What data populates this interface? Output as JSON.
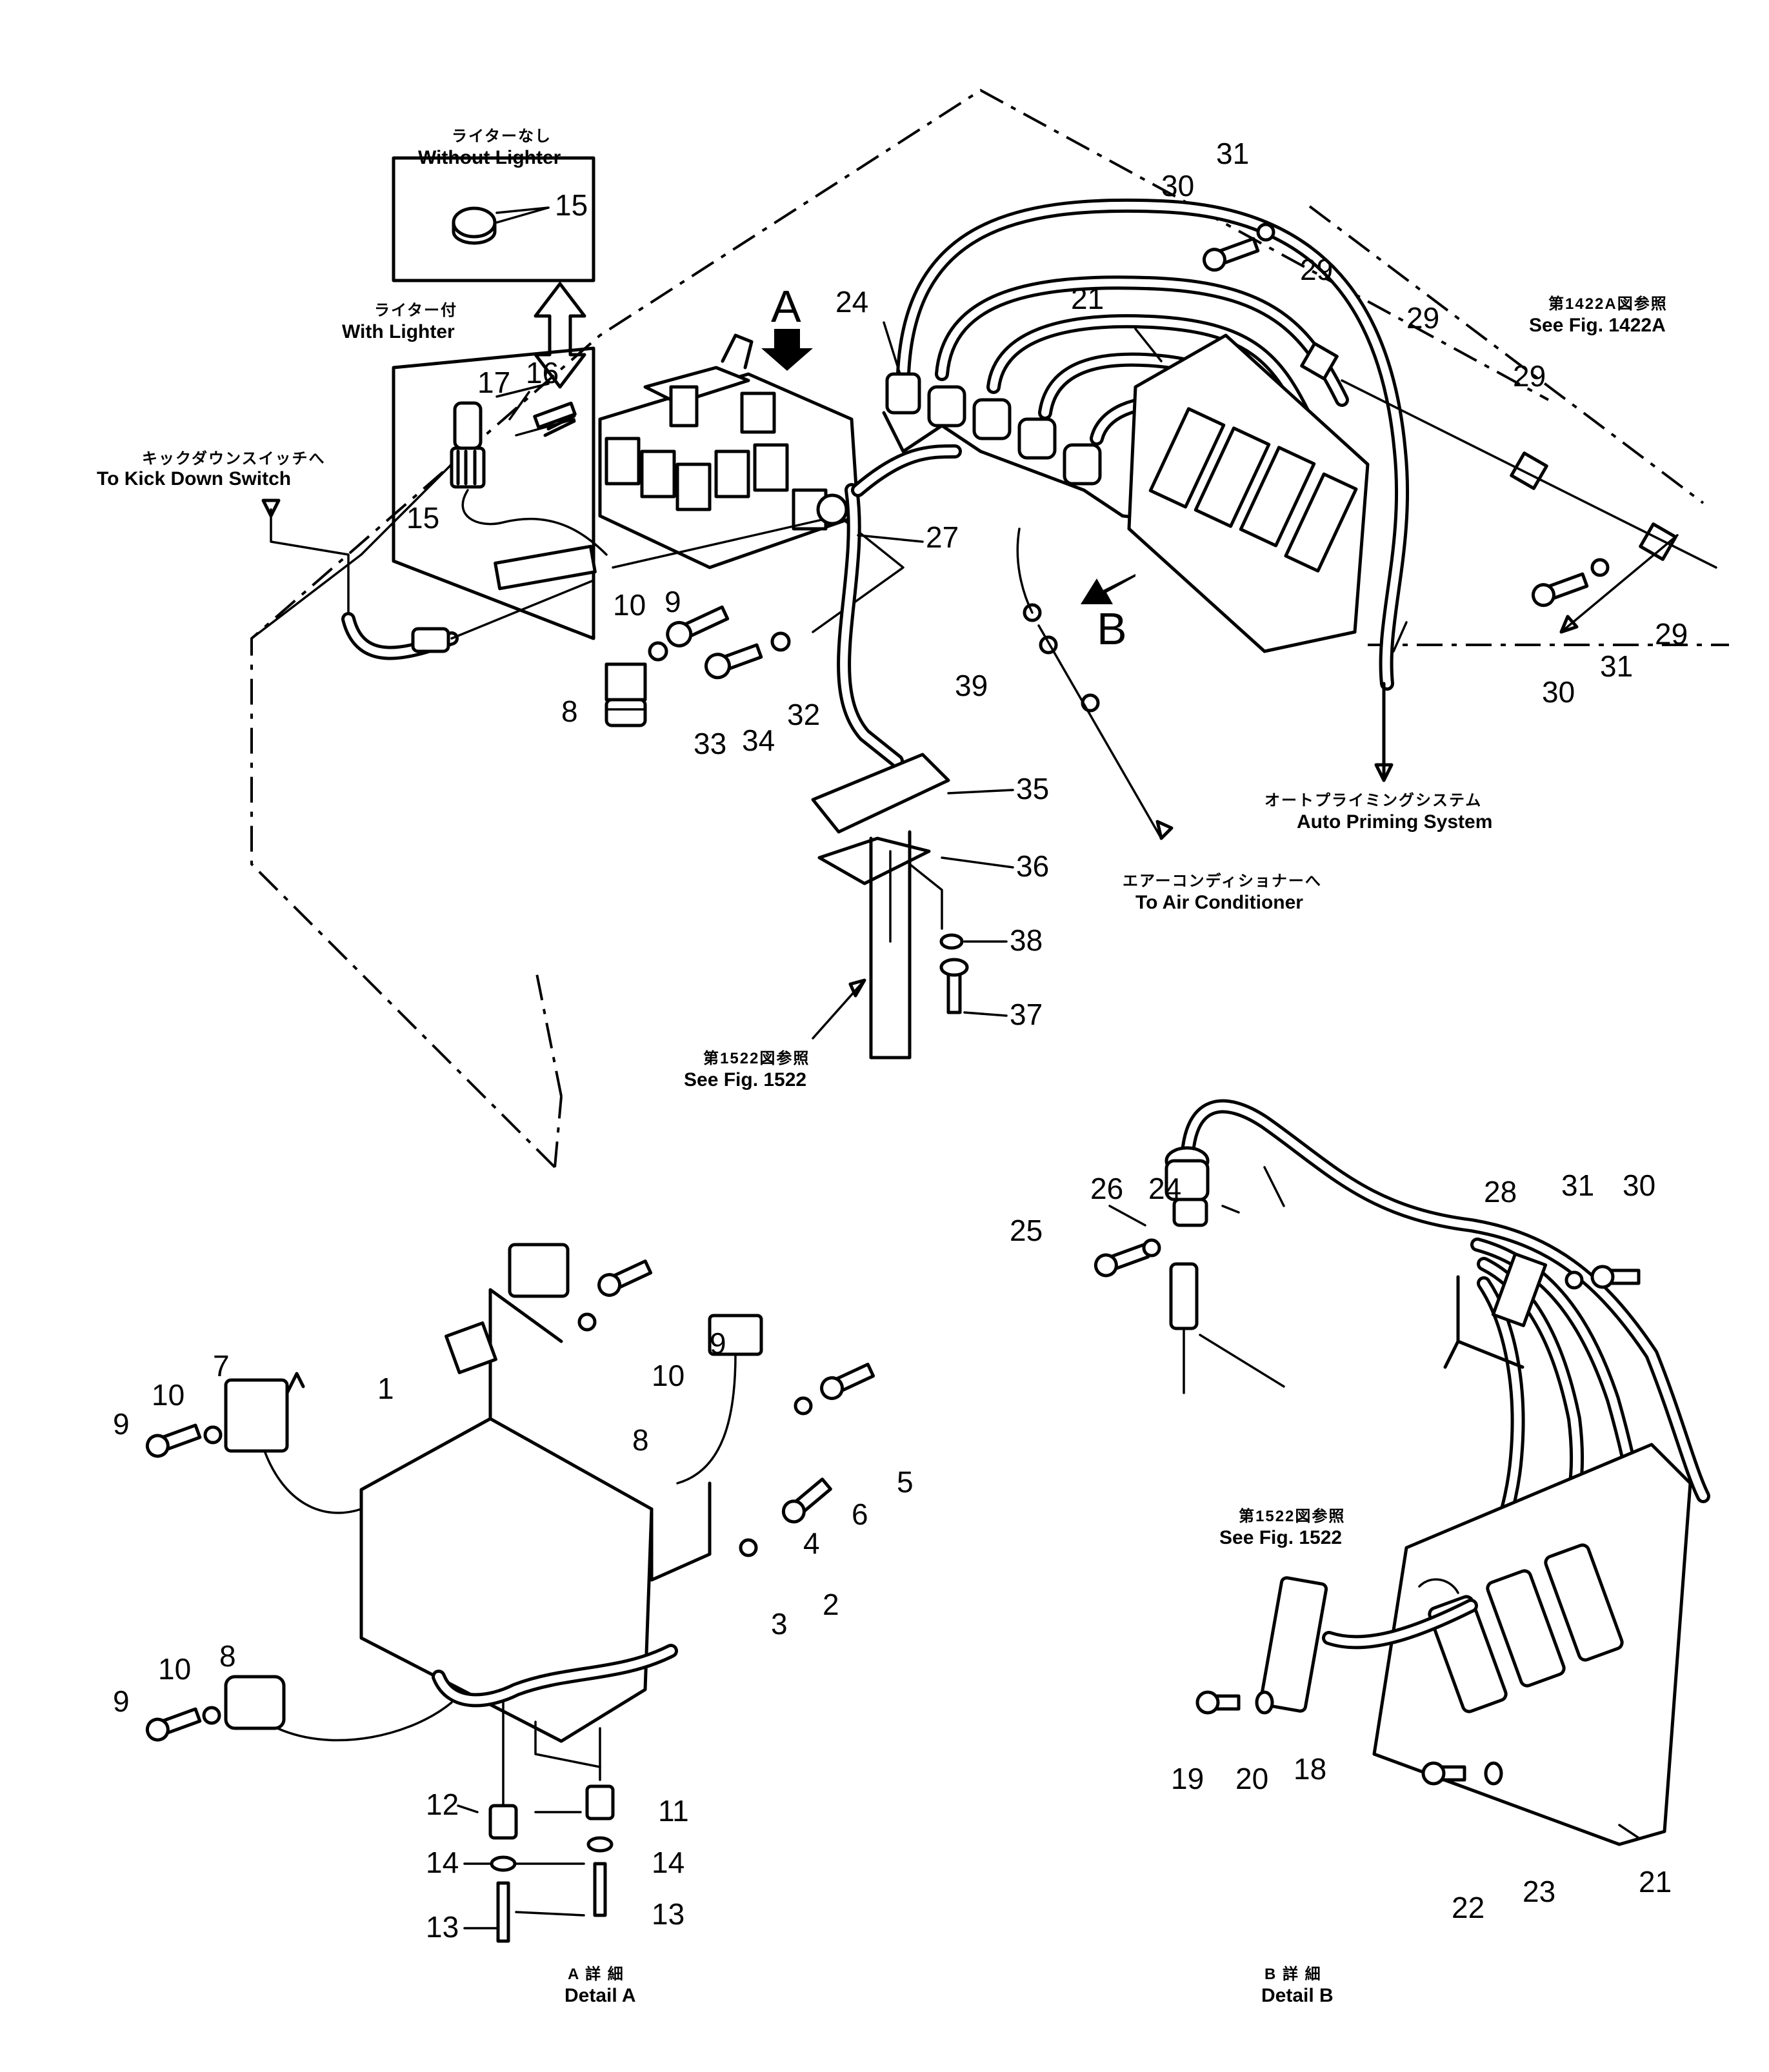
{
  "annotations": {
    "without_lighter_jp": "ライターなし",
    "without_lighter_en": "Without Lighter",
    "with_lighter_jp": "ライター付",
    "with_lighter_en": "With Lighter",
    "kick_down_jp": "キックダウンスイッチへ",
    "kick_down_en": "To Kick Down Switch",
    "see_1422a_jp": "第1422A図参照",
    "see_1422a_en": "See Fig. 1422A",
    "auto_priming_jp": "オートプライミングシステム",
    "auto_priming_en": "Auto Priming System",
    "air_con_jp": "エアーコンディショナーへ",
    "air_con_en": "To Air Conditioner",
    "see_1522_jp": "第1522図参照",
    "see_1522_en": "See Fig. 1522",
    "detail_a_jp": "A 詳 細",
    "detail_a_en": "Detail A",
    "detail_b_jp": "B 詳 細",
    "detail_b_en": "Detail B",
    "view_a": "A",
    "view_b": "B"
  },
  "callouts": {
    "top": [
      "15",
      "17",
      "16",
      "15",
      "9",
      "10",
      "8",
      "33",
      "34",
      "32",
      "24",
      "21",
      "27",
      "39",
      "30",
      "31",
      "29",
      "29",
      "29",
      "29",
      "30",
      "31",
      "35",
      "36",
      "38",
      "37"
    ],
    "detail_a": [
      "9",
      "10",
      "7",
      "1",
      "9",
      "10",
      "8",
      "5",
      "6",
      "4",
      "2",
      "3",
      "9",
      "10",
      "8",
      "11",
      "14",
      "13",
      "12",
      "14",
      "13"
    ],
    "detail_b": [
      "24",
      "26",
      "25",
      "28",
      "31",
      "30",
      "19",
      "20",
      "18",
      "22",
      "23",
      "21"
    ]
  }
}
